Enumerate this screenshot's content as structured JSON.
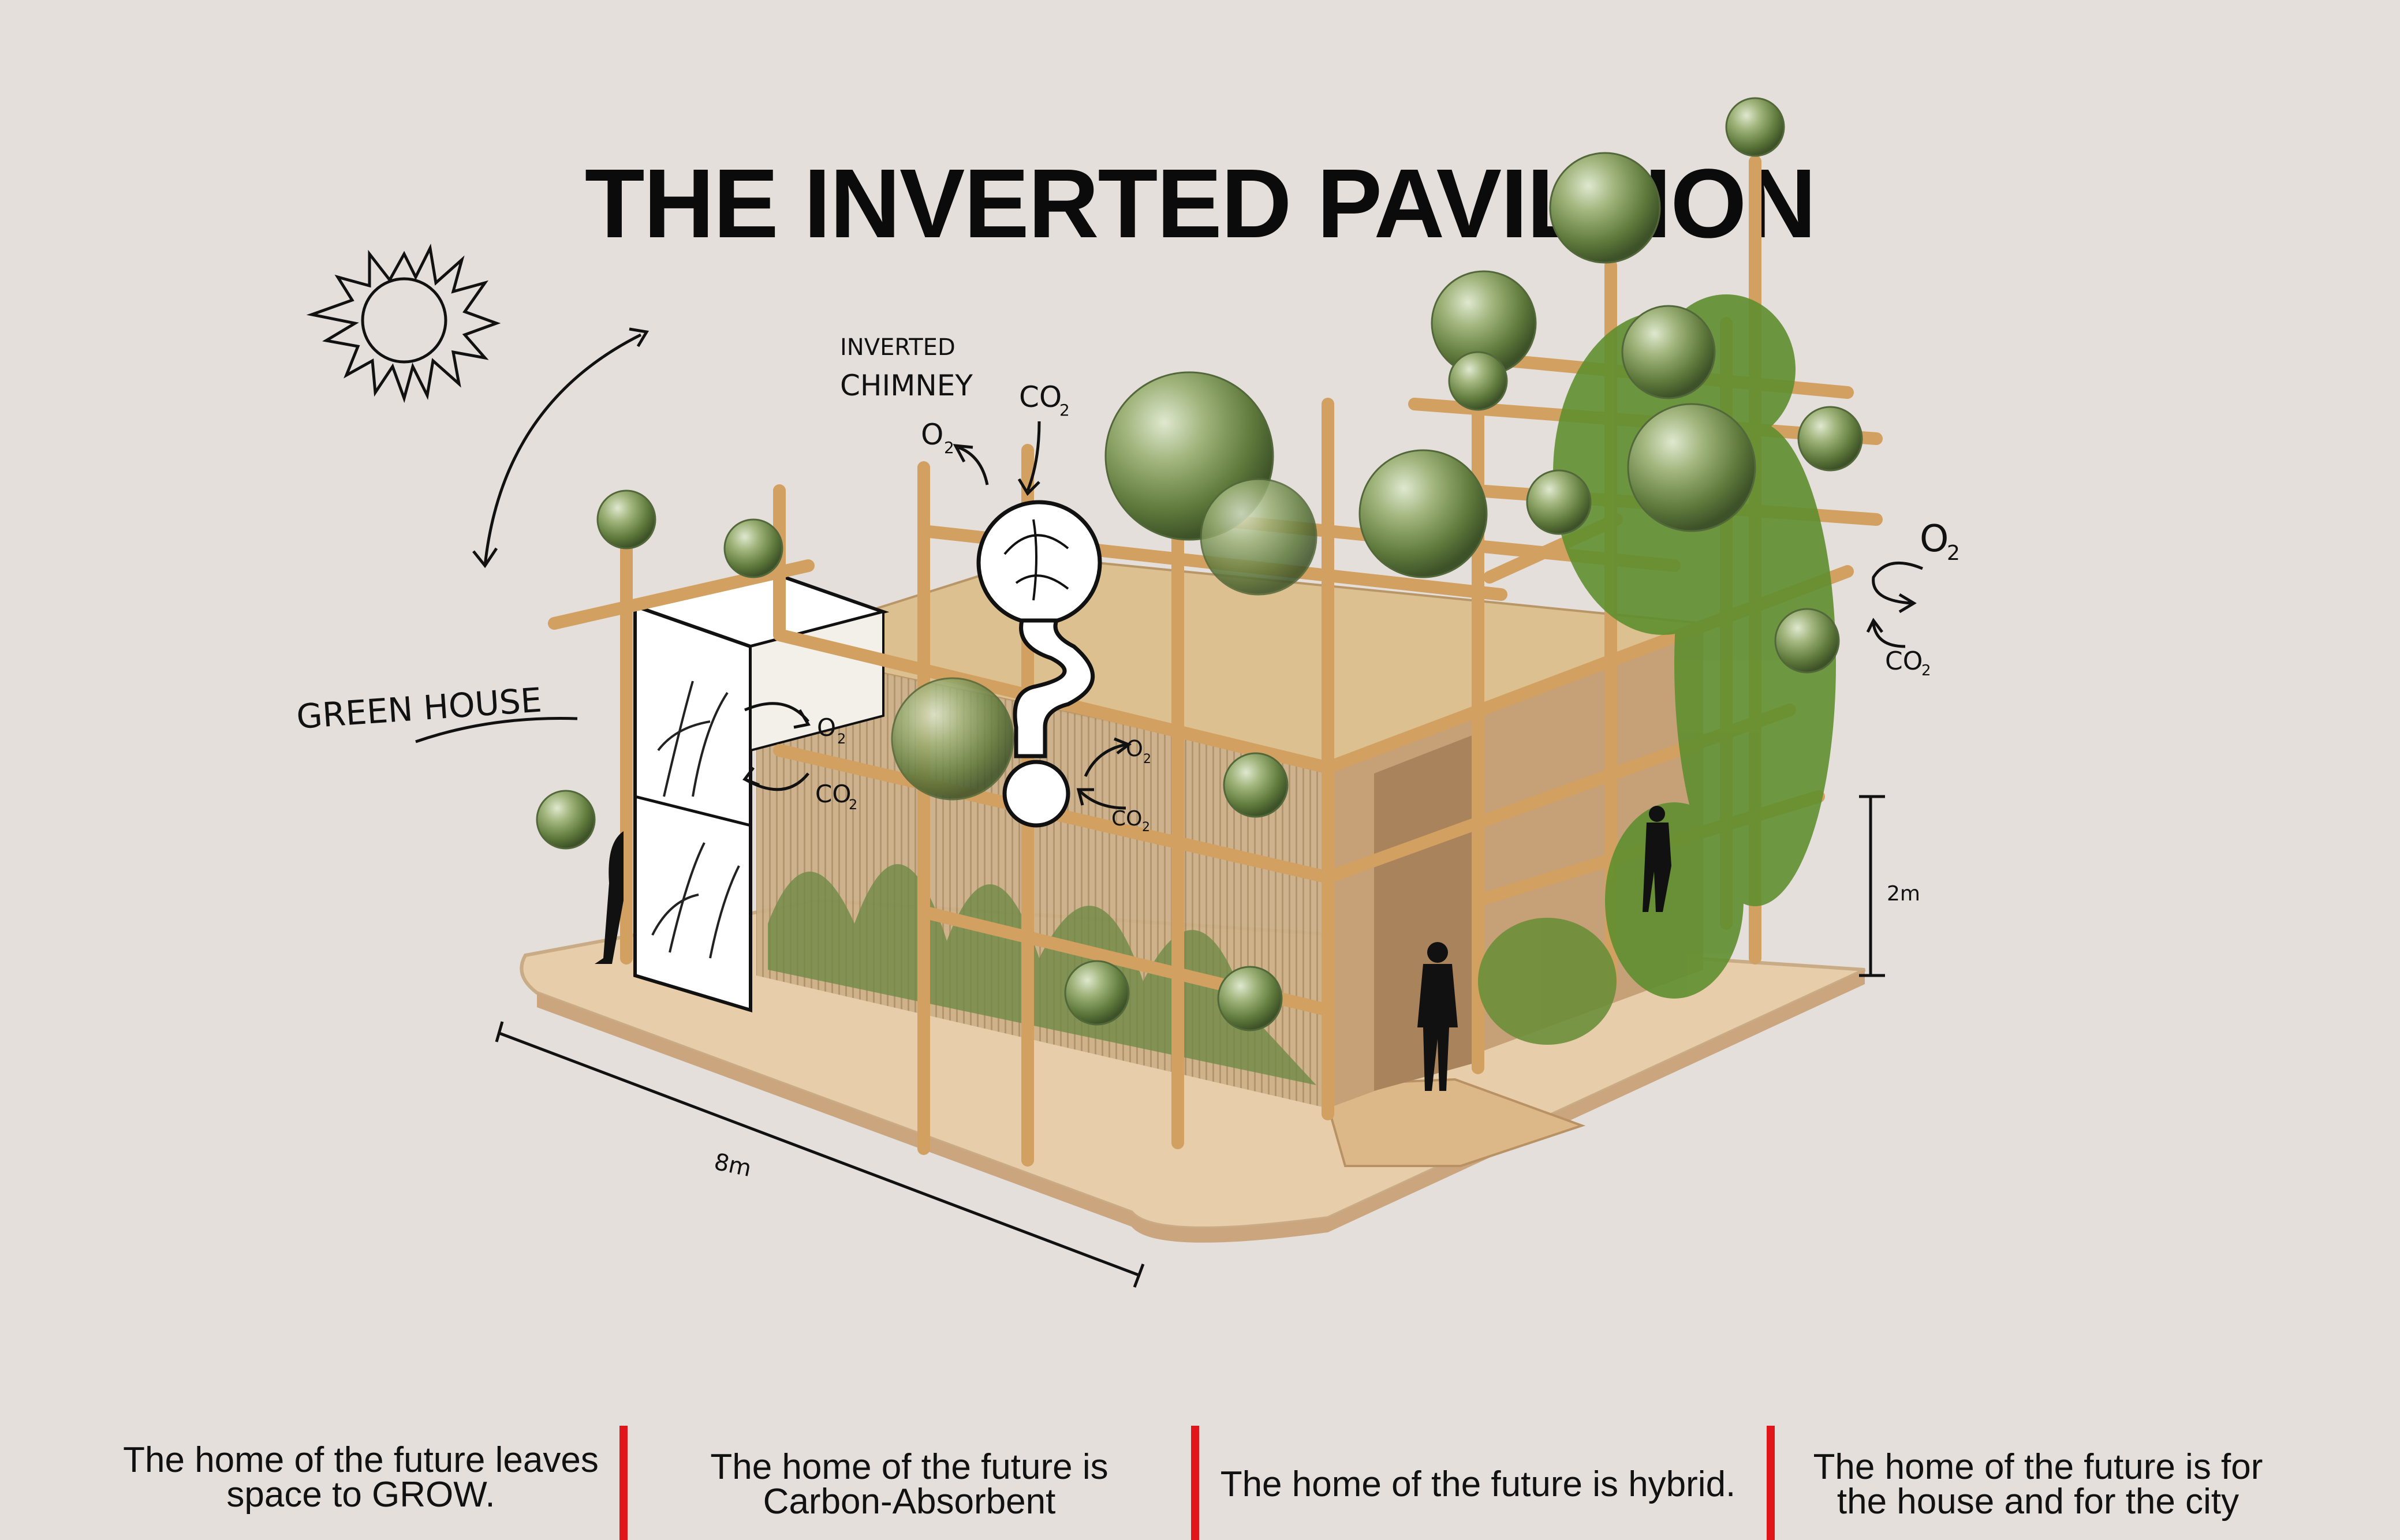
{
  "title": "THE INVERTED PAVILLION",
  "annotations": {
    "greenhouse": "GREEN HOUSE",
    "chimney_line1": "INVERTED",
    "chimney_line2": "CHIMNEY",
    "o2": "O",
    "co2": "CO",
    "sub2": "2",
    "dim_width": "8m",
    "dim_height": "2m"
  },
  "captions": [
    "The home of the future leaves space to GROW.",
    "The home of the future is Carbon-Absorbent",
    "The home of the future is hybrid.",
    "The home of the future is for the house and for the city"
  ],
  "colors": {
    "background": "#e4dfdb",
    "divider": "#e0161b",
    "timber": "#d6a867",
    "plant": "#5f8f2f",
    "base": "#e5c7a3"
  }
}
